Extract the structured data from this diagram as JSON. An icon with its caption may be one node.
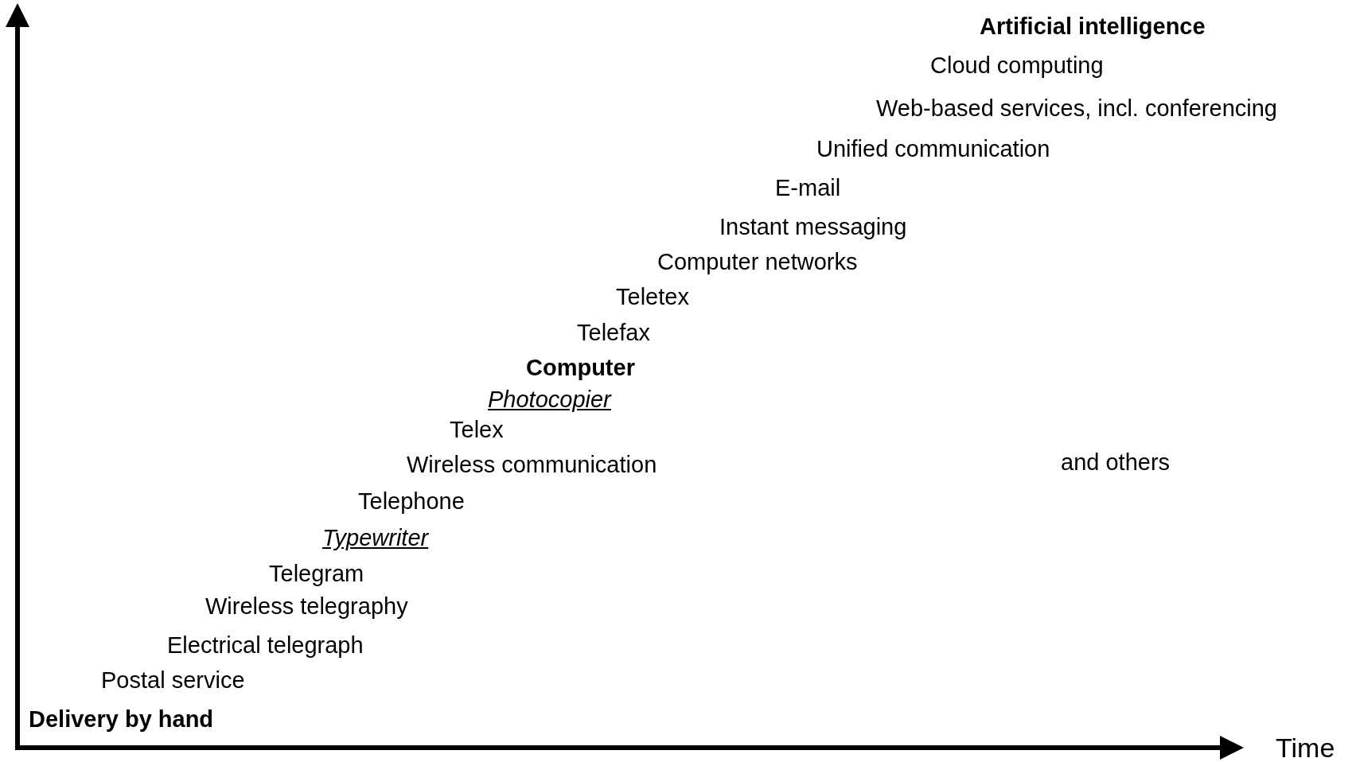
{
  "diagram": {
    "labels": [
      "Artificial intelligence",
      "Cloud computing",
      "Web-based services, incl. conferencing",
      "Unified communication",
      "E-mail",
      "Instant messaging",
      "Computer networks",
      "Teletex",
      "Telefax",
      "Computer",
      "Photocopier",
      "Telex",
      "and others",
      "Wireless communication",
      "Telephone",
      "Typewriter",
      "Telegram",
      "Wireless telegraphy",
      "Electrical telegraph",
      "Postal service",
      "Delivery by hand",
      "Time"
    ]
  }
}
